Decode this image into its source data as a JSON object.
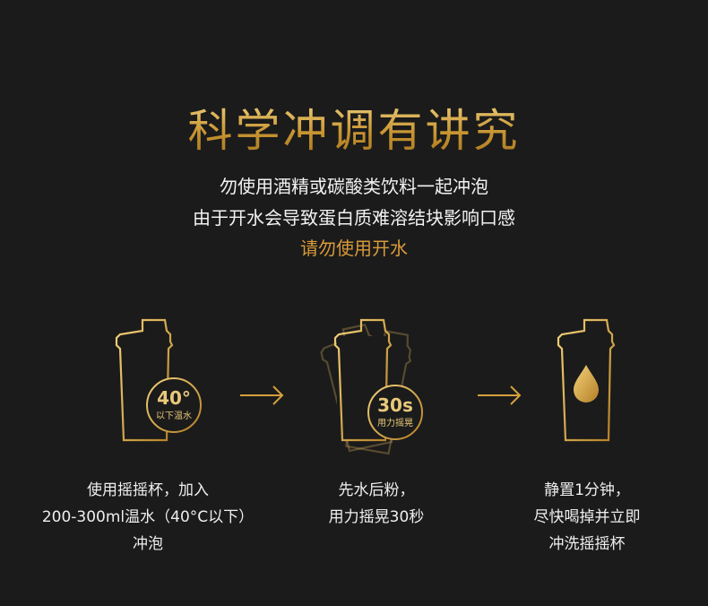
{
  "title": "科学冲调有讲究",
  "notes": [
    "勿使用酒精或碳酸类饮料一起冲泡",
    "由于开水会导致蛋白质难溶结块影响口感"
  ],
  "highlight": "请勿使用开水",
  "colors": {
    "gold": "#d4a03c",
    "background": "#1b1b1b"
  },
  "steps": [
    {
      "badge_big": "40°",
      "badge_small": "以下温水",
      "caption": [
        "使用摇摇杯，加入",
        "200-300ml温水（40°C以下）",
        "冲泡"
      ]
    },
    {
      "badge_big": "30s",
      "badge_small": "用力摇晃",
      "caption": [
        "先水后粉，",
        "用力摇晃30秒"
      ]
    },
    {
      "icon": "water-drop-icon",
      "caption": [
        "静置1分钟，",
        "尽快喝掉并立即",
        "冲洗摇摇杯"
      ]
    }
  ]
}
